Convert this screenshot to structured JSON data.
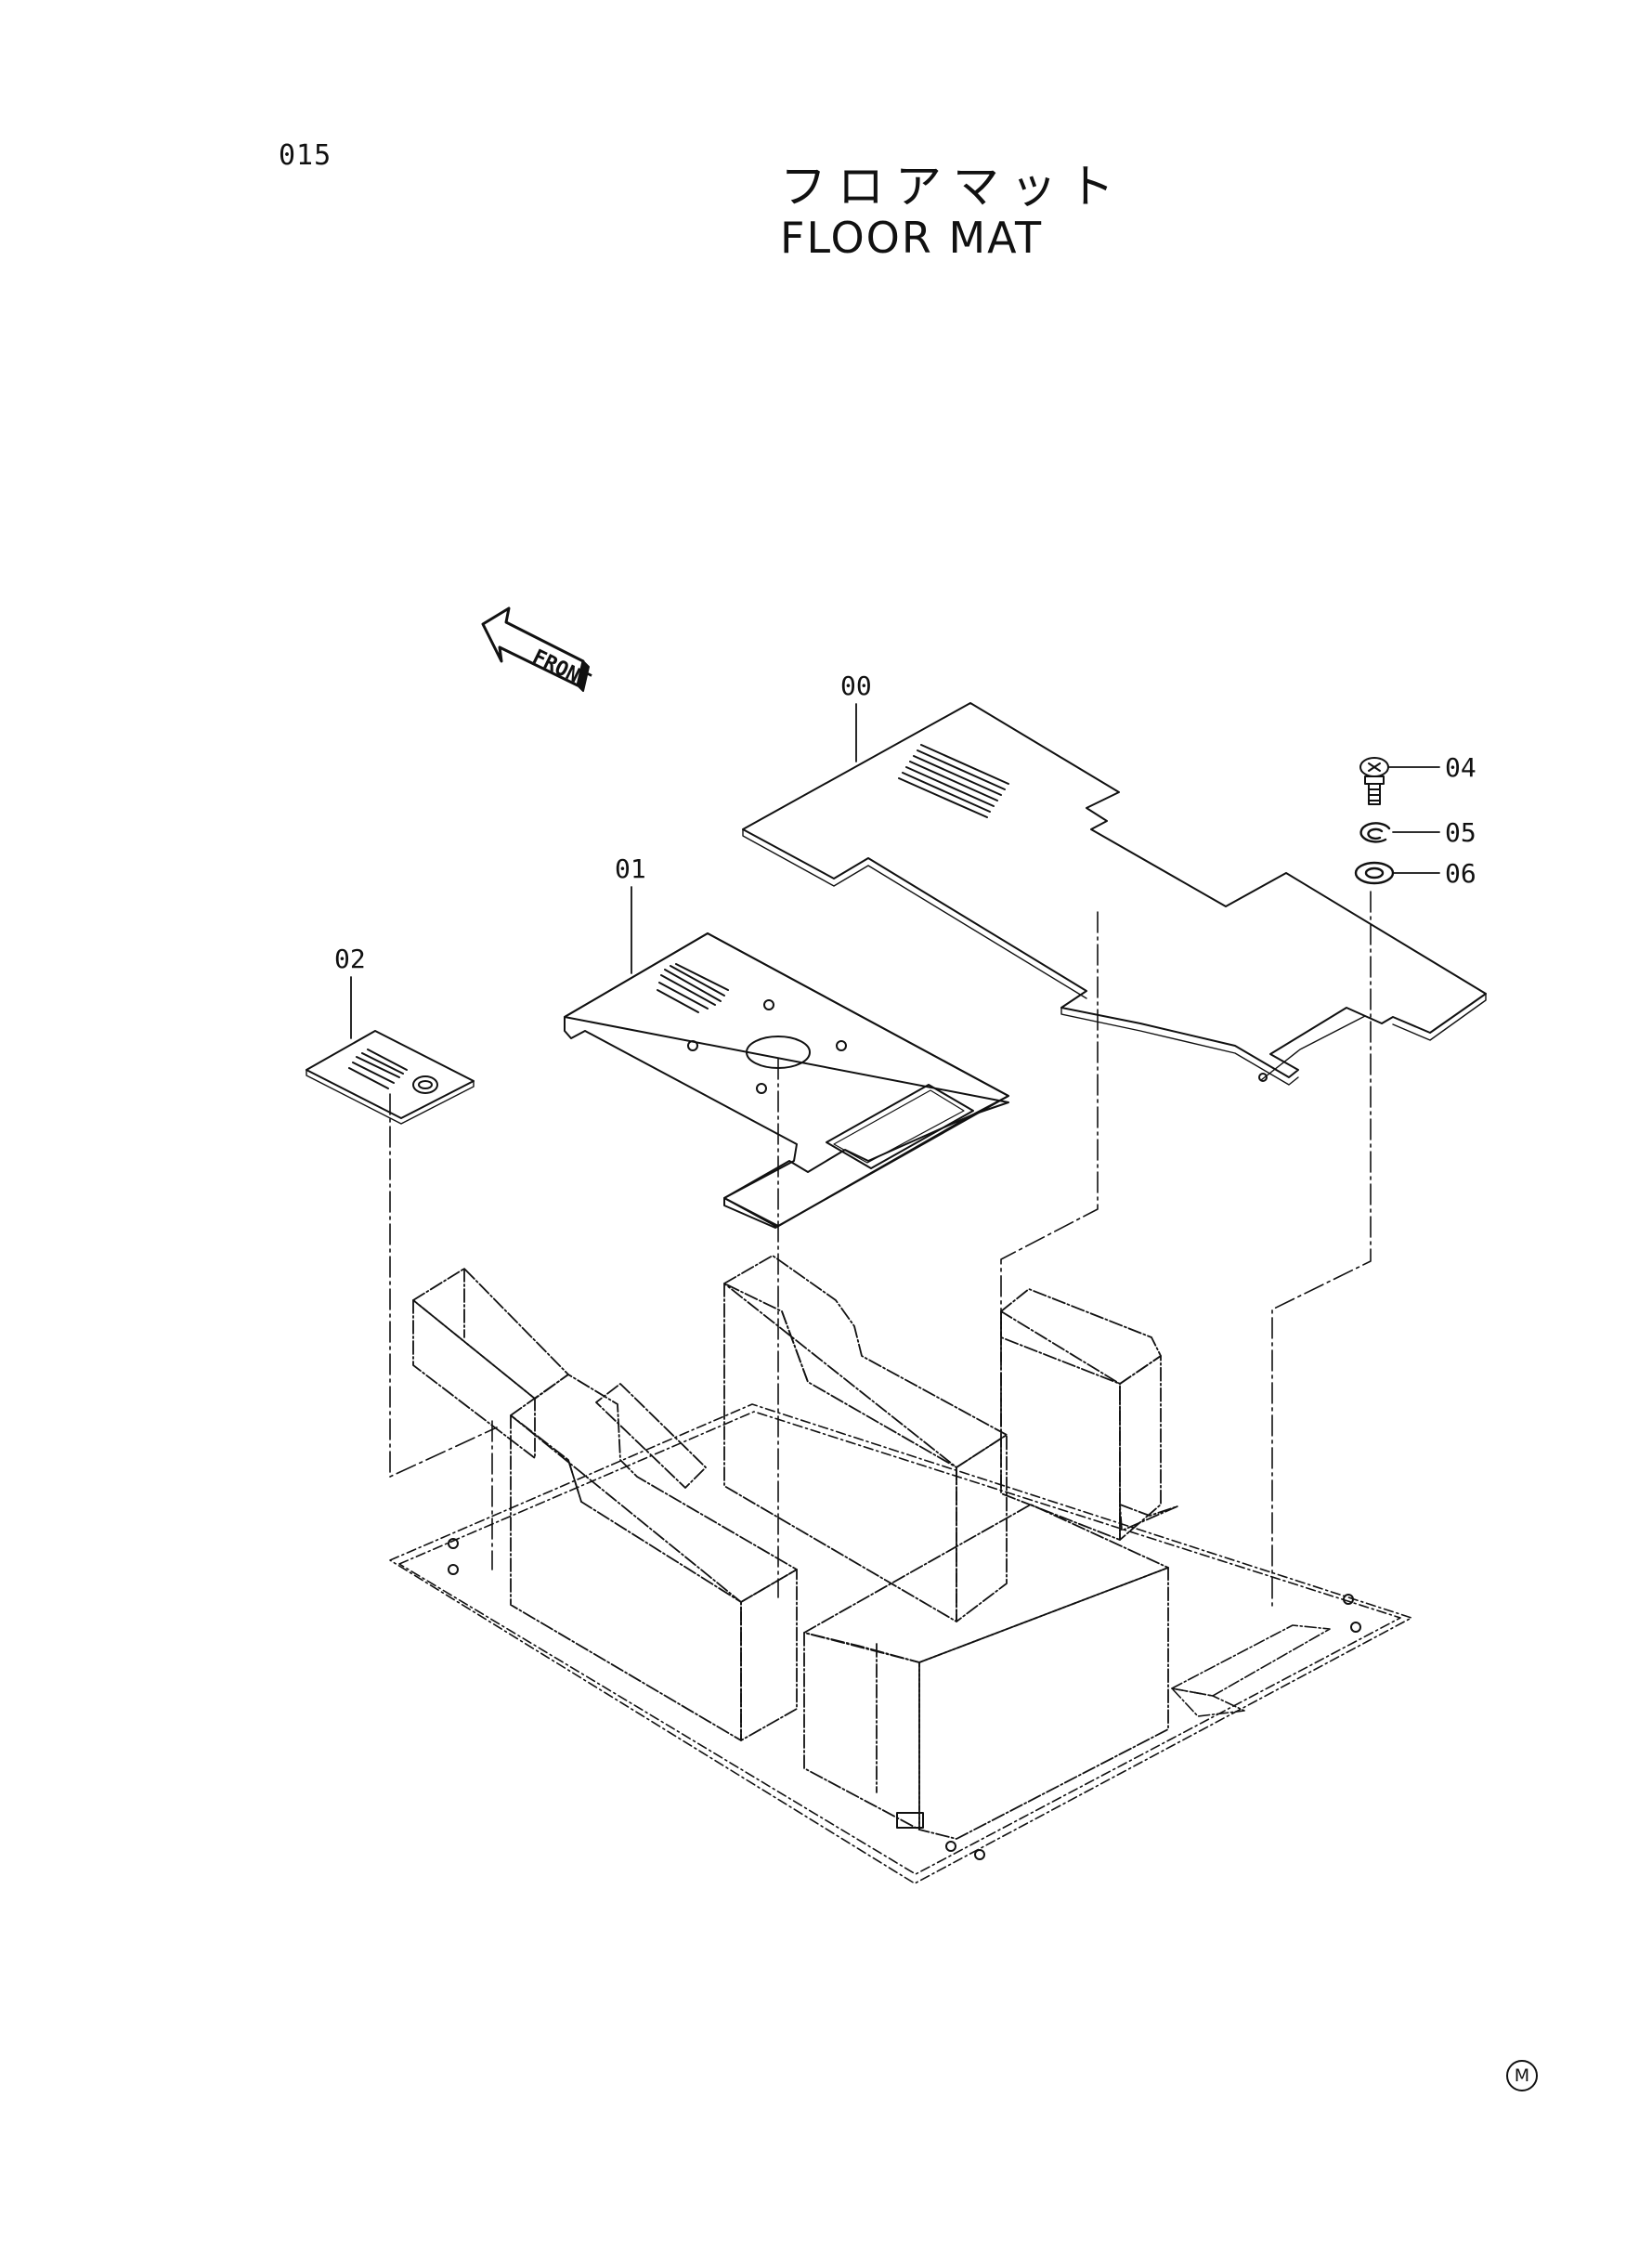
{
  "page": {
    "number": "015"
  },
  "title": {
    "japanese": "フロアマット",
    "english": "FLOOR MAT"
  },
  "direction_indicator": {
    "label": "FRONT"
  },
  "callouts": [
    {
      "id": "00",
      "part": "floor-mat-main"
    },
    {
      "id": "01",
      "part": "floor-mat-center"
    },
    {
      "id": "02",
      "part": "floor-mat-small"
    },
    {
      "id": "04",
      "part": "bolt"
    },
    {
      "id": "05",
      "part": "spring-washer"
    },
    {
      "id": "06",
      "part": "washer"
    }
  ],
  "footer": {
    "mark": "M"
  }
}
